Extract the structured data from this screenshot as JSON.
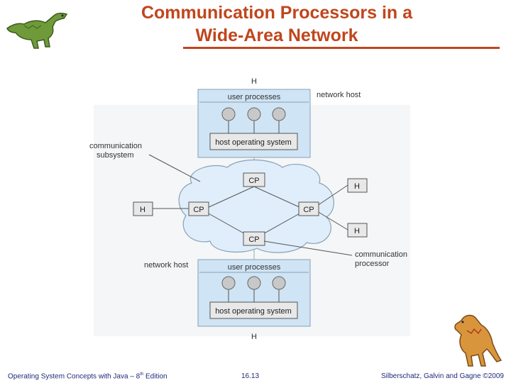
{
  "slide": {
    "title_line1": "Communication Processors in a",
    "title_line2": "Wide-Area Network"
  },
  "diagram": {
    "host_top_label": "H",
    "host_bottom_label": "H",
    "user_processes_top": "user processes",
    "user_processes_bottom": "user processes",
    "host_os_top": "host operating system",
    "host_os_bottom": "host operating system",
    "network_host_top": "network host",
    "network_host_bottom": "network host",
    "comm_subsystem_line1": "communication",
    "comm_subsystem_line2": "subsystem",
    "comm_processor_line1": "communication",
    "comm_processor_line2": "processor",
    "cp_top": "CP",
    "cp_left": "CP",
    "cp_right": "CP",
    "cp_bottom": "CP",
    "h_left": "H",
    "h_right_top": "H",
    "h_right_bottom": "H"
  },
  "footer": {
    "left_text": "Operating System Concepts with Java – 8",
    "left_sup": "th",
    "left_suffix": " Edition",
    "page_number": "16.13",
    "right_text": "Silberschatz, Galvin and Gagne ©2009"
  },
  "colors": {
    "title": "#c0461c",
    "panel_fill": "#cfe4f4",
    "panel_stroke": "#8aa0b4",
    "cloud_fill": "#dfeefa",
    "footer_text": "#1f2a7a"
  }
}
